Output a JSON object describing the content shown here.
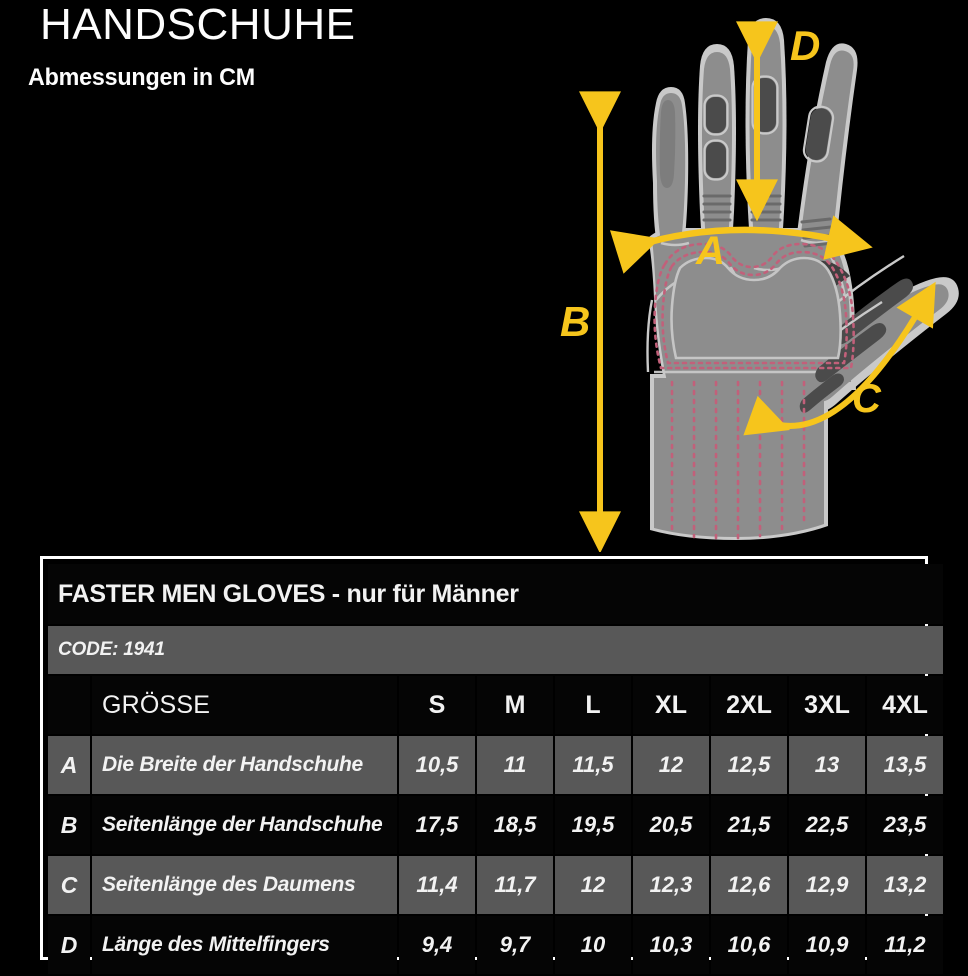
{
  "header": {
    "title": "HANDSCHUHE",
    "subtitle": "Abmessungen in CM"
  },
  "illustration": {
    "type": "glove-measurement-diagram",
    "labels": [
      {
        "id": "A",
        "text": "A",
        "meaning": "width across knuckles"
      },
      {
        "id": "B",
        "text": "B",
        "meaning": "side length of glove"
      },
      {
        "id": "C",
        "text": "C",
        "meaning": "side length of thumb"
      },
      {
        "id": "D",
        "text": "D",
        "meaning": "length of middle finger"
      }
    ],
    "colors": {
      "arrow": "#f6c51c",
      "glove_main": "#8d8d8d",
      "glove_light": "#c9c9c9",
      "glove_dark": "#5e5e5e",
      "glove_darkest": "#464646",
      "stitch": "#c2607a",
      "background": "#000000"
    }
  },
  "table": {
    "caption": "FASTER MEN GLOVES - nur für Männer",
    "code": "CODE: 1941",
    "header": {
      "key": "",
      "description": "GRÖSSE",
      "sizes": [
        "S",
        "M",
        "L",
        "XL",
        "2XL",
        "3XL",
        "4XL"
      ]
    },
    "rows": [
      {
        "key": "A",
        "description": "Die Breite der Handschuhe",
        "values": [
          "10,5",
          "11",
          "11,5",
          "12",
          "12,5",
          "13",
          "13,5"
        ]
      },
      {
        "key": "B",
        "description": "Seitenlänge der Handschuhe",
        "values": [
          "17,5",
          "18,5",
          "19,5",
          "20,5",
          "21,5",
          "22,5",
          "23,5"
        ]
      },
      {
        "key": "C",
        "description": "Seitenlänge des Daumens",
        "values": [
          "11,4",
          "11,7",
          "12",
          "12,3",
          "12,6",
          "12,9",
          "13,2"
        ]
      },
      {
        "key": "D",
        "description": "Länge des Mittelfingers",
        "values": [
          "9,4",
          "9,7",
          "10",
          "10,3",
          "10,6",
          "10,9",
          "11,2"
        ]
      }
    ]
  }
}
